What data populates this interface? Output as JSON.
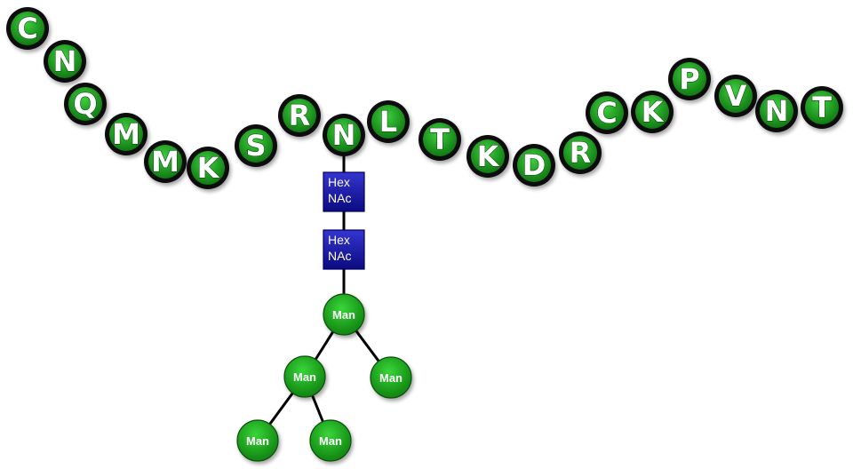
{
  "peptide": {
    "residues": [
      "C",
      "N",
      "Q",
      "M",
      "M",
      "K",
      "S",
      "R",
      "N",
      "L",
      "T",
      "K",
      "D",
      "R",
      "C",
      "K",
      "P",
      "V",
      "N",
      "T"
    ],
    "glycosylated_residue_index": 8
  },
  "glycan": {
    "nodes": [
      {
        "id": "hexnac1",
        "shape": "square",
        "label_lines": [
          "Hex",
          "NAc"
        ],
        "color": "#1a1aa6"
      },
      {
        "id": "hexnac2",
        "shape": "square",
        "label_lines": [
          "Hex",
          "NAc"
        ],
        "color": "#1a1aa6"
      },
      {
        "id": "man1",
        "shape": "circle",
        "label": "Man",
        "color": "#1fa51f"
      },
      {
        "id": "man2",
        "shape": "circle",
        "label": "Man",
        "color": "#1fa51f"
      },
      {
        "id": "man3",
        "shape": "circle",
        "label": "Man",
        "color": "#1fa51f"
      },
      {
        "id": "man4",
        "shape": "circle",
        "label": "Man",
        "color": "#1fa51f"
      },
      {
        "id": "man5",
        "shape": "circle",
        "label": "Man",
        "color": "#1fa51f"
      }
    ],
    "links": [
      [
        "residue-8",
        "hexnac1"
      ],
      [
        "hexnac1",
        "hexnac2"
      ],
      [
        "hexnac2",
        "man1"
      ],
      [
        "man1",
        "man2"
      ],
      [
        "man1",
        "man3"
      ],
      [
        "man2",
        "man4"
      ],
      [
        "man2",
        "man5"
      ]
    ]
  },
  "colors": {
    "residue_fill": "#1e9e1e",
    "residue_ring": "#0b0b0b",
    "hexnac_fill": "#14149a",
    "mannose_fill": "#1ea81e",
    "link": "#000000"
  }
}
